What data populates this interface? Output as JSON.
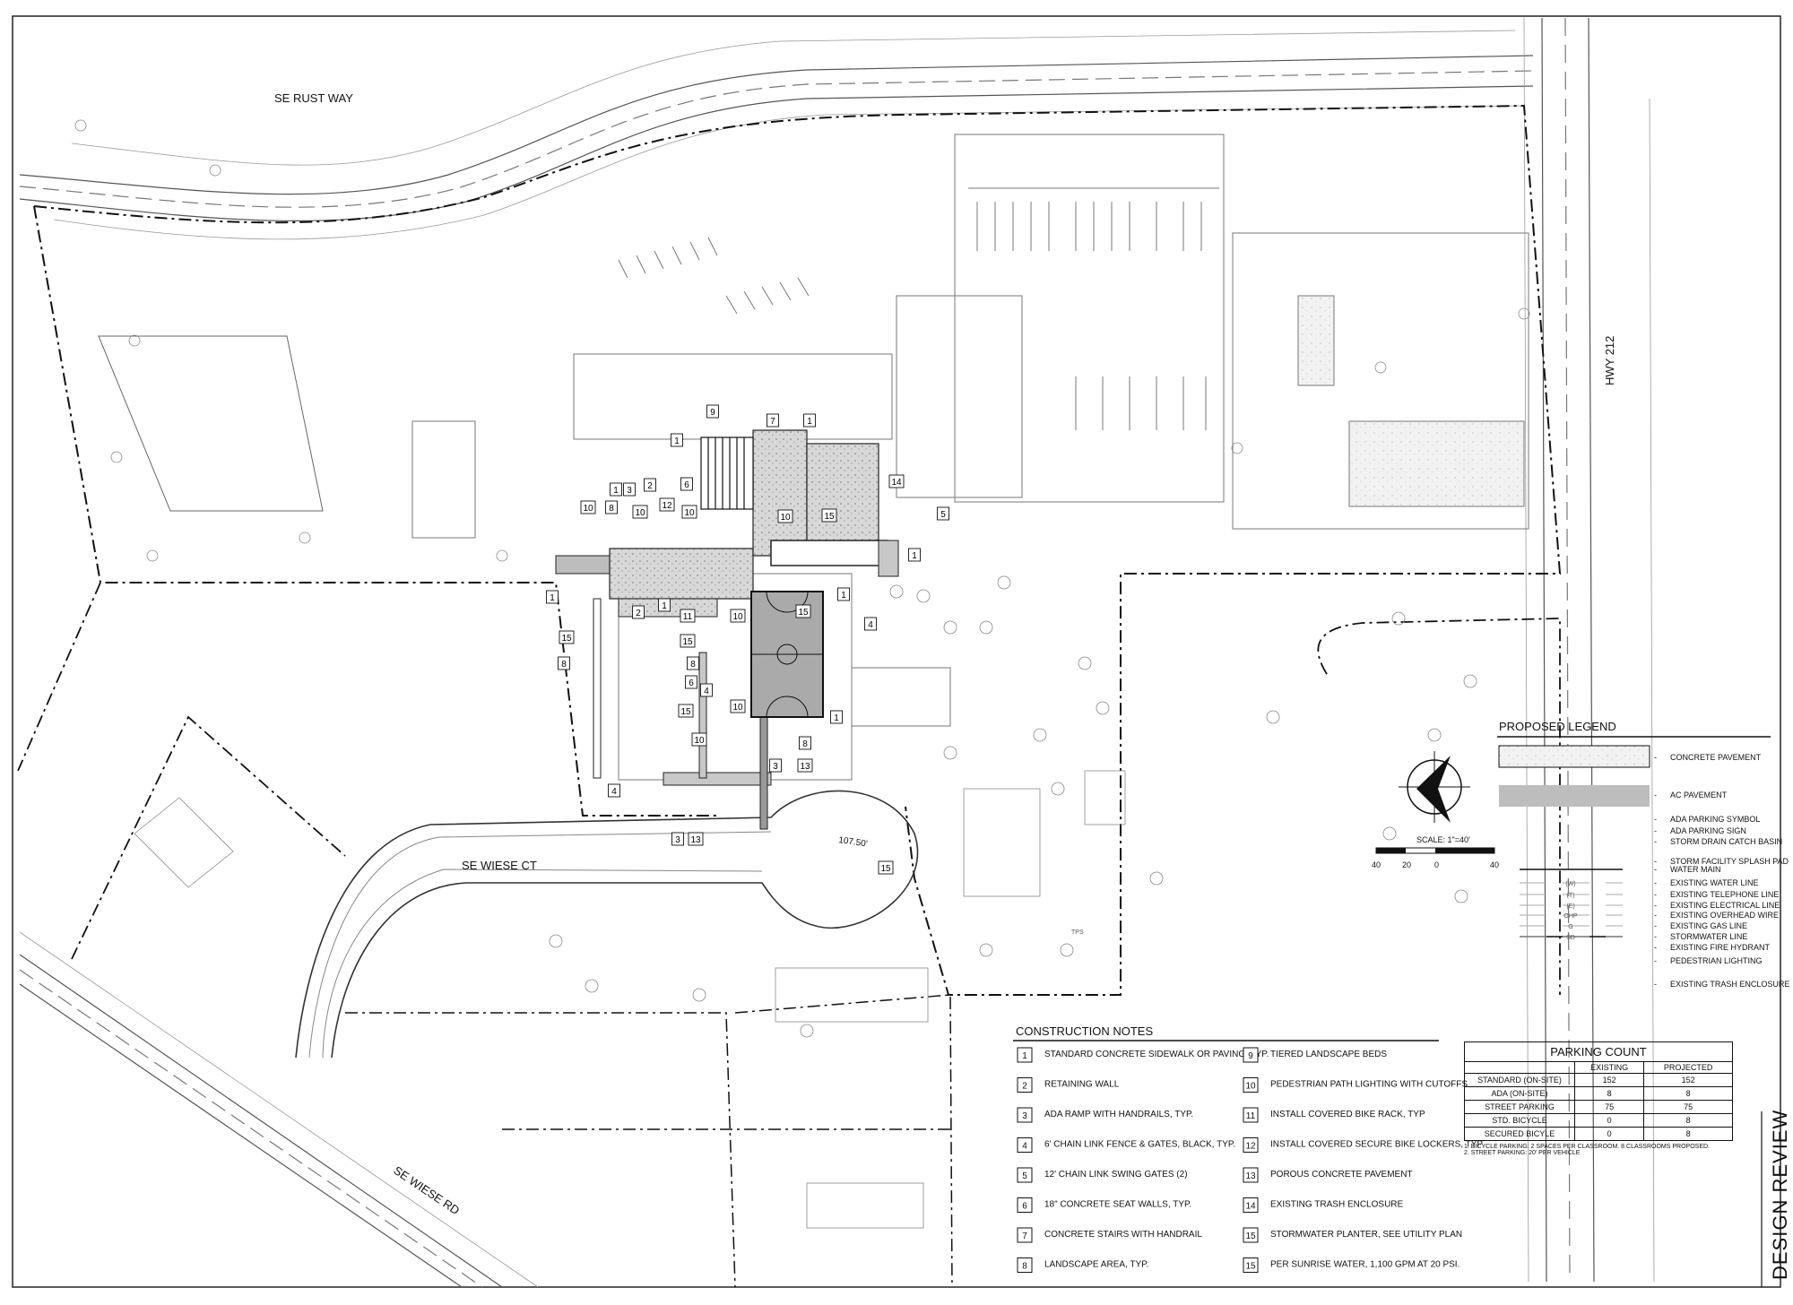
{
  "streets": {
    "rust_way": "SE RUST WAY",
    "hwy": "HWY 212",
    "wiese_ct": "SE WIESE CT",
    "wiese_rd": "SE WIESE RD"
  },
  "dimension_label": "107.50'",
  "scale": {
    "label": "SCALE: 1\"=40'",
    "ticks": [
      "40",
      "20",
      "0",
      "40"
    ]
  },
  "legend": {
    "title": "PROPOSED LEGEND",
    "items": [
      {
        "label": "CONCRETE PAVEMENT"
      },
      {
        "label": "AC PAVEMENT"
      },
      {
        "label": "ADA PARKING SYMBOL"
      },
      {
        "label": "ADA PARKING SIGN"
      },
      {
        "label": "STORM DRAIN CATCH BASIN"
      },
      {
        "label": "STORM FACILITY SPLASH PAD"
      },
      {
        "label": "WATER MAIN"
      },
      {
        "label": "EXISTING WATER LINE",
        "code": "(W)"
      },
      {
        "label": "EXISTING TELEPHONE LINE",
        "code": "(T)"
      },
      {
        "label": "EXISTING ELECTRICAL LINE",
        "code": "(E)"
      },
      {
        "label": "EXISTING OVERHEAD WIRE",
        "code": "OHP"
      },
      {
        "label": "EXISTING GAS LINE",
        "code": "G"
      },
      {
        "label": "STORMWATER LINE",
        "code": "SD"
      },
      {
        "label": "EXISTING FIRE HYDRANT"
      },
      {
        "label": "PEDESTRIAN LIGHTING"
      },
      {
        "label": "EXISTING TRASH ENCLOSURE"
      }
    ]
  },
  "construction_notes": {
    "title": "CONSTRUCTION NOTES",
    "left": [
      {
        "num": "1",
        "text": "STANDARD CONCRETE SIDEWALK OR PAVING, TYP."
      },
      {
        "num": "2",
        "text": "RETAINING WALL"
      },
      {
        "num": "3",
        "text": "ADA RAMP WITH HANDRAILS, TYP."
      },
      {
        "num": "4",
        "text": "6' CHAIN LINK FENCE & GATES, BLACK, TYP."
      },
      {
        "num": "5",
        "text": "12' CHAIN LINK SWING GATES (2)"
      },
      {
        "num": "6",
        "text": "18\" CONCRETE SEAT WALLS, TYP."
      },
      {
        "num": "7",
        "text": "CONCRETE STAIRS WITH HANDRAIL"
      },
      {
        "num": "8",
        "text": "LANDSCAPE AREA, TYP."
      }
    ],
    "right": [
      {
        "num": "9",
        "text": "TIERED LANDSCAPE BEDS"
      },
      {
        "num": "10",
        "text": "PEDESTRIAN PATH LIGHTING WITH CUTOFFS"
      },
      {
        "num": "11",
        "text": "INSTALL COVERED BIKE RACK, TYP"
      },
      {
        "num": "12",
        "text": "INSTALL COVERED SECURE BIKE LOCKERS, TYP"
      },
      {
        "num": "13",
        "text": "POROUS CONCRETE PAVEMENT"
      },
      {
        "num": "14",
        "text": "EXISTING TRASH ENCLOSURE"
      },
      {
        "num": "15",
        "text": "STORMWATER PLANTER, SEE UTILITY PLAN"
      },
      {
        "num": "15",
        "text": "PER SUNRISE WATER, 1,100 GPM AT 20 PSI."
      }
    ]
  },
  "parking": {
    "title": "PARKING COUNT",
    "headers": [
      "",
      "EXISTING",
      "PROJECTED"
    ],
    "rows": [
      [
        "STANDARD (ON-SITE)",
        "152",
        "152"
      ],
      [
        "ADA (ON-SITE)",
        "8",
        "8"
      ],
      [
        "STREET PARKING",
        "75",
        "75"
      ],
      [
        "STD. BICYCLE",
        "0",
        "8"
      ],
      [
        "SECURED BICYLE",
        "0",
        "8"
      ]
    ],
    "notes": [
      "1.  BICYCLE PARKING: 2 SPACES PER CLASSROOM. 8 CLASSROOMS PROPOSED.",
      "2.  STREET PARKING: 20' PER VEHICLE"
    ]
  },
  "stamp": "DESIGN REVIEW",
  "tags": [
    "9",
    "7",
    "1",
    "1",
    "6",
    "14",
    "2",
    "12",
    "1",
    "3",
    "10",
    "8",
    "10",
    "10",
    "10",
    "15",
    "5",
    "1",
    "1",
    "1",
    "2",
    "1",
    "11",
    "10",
    "15",
    "4",
    "15",
    "8",
    "15",
    "6",
    "8",
    "15",
    "4",
    "10",
    "1",
    "10",
    "8",
    "3",
    "13",
    "4",
    "3",
    "13",
    "15"
  ],
  "site_labels": [
    "TPS"
  ]
}
